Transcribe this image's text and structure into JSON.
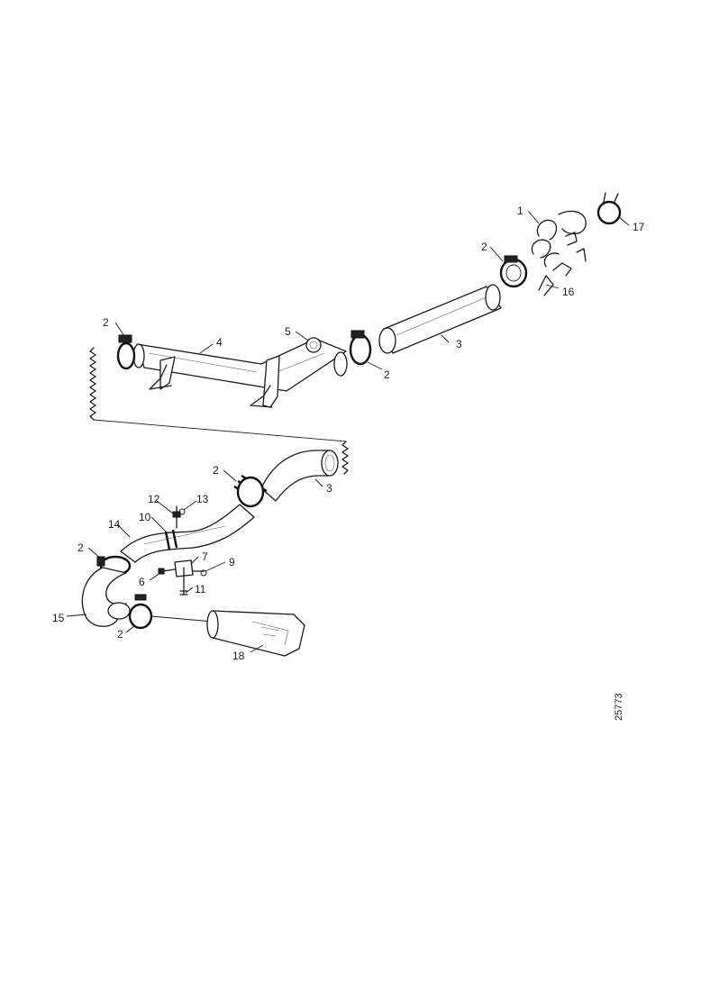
{
  "diagram": {
    "reference_number": "25773",
    "callouts": {
      "c1": "1",
      "c2a": "2",
      "c2b": "2",
      "c2c": "2",
      "c2d": "2",
      "c2e": "2",
      "c2f": "2",
      "c3a": "3",
      "c3b": "3",
      "c4": "4",
      "c5": "5",
      "c6": "6",
      "c7": "7",
      "c9": "9",
      "c10": "10",
      "c11": "11",
      "c12": "12",
      "c13": "13",
      "c14": "14",
      "c15": "15",
      "c16": "16",
      "c17": "17",
      "c18": "18"
    }
  }
}
